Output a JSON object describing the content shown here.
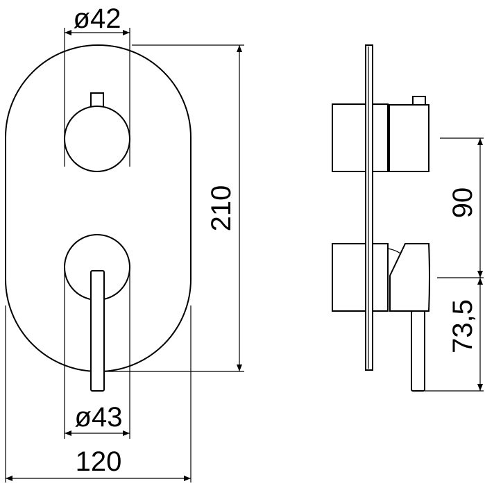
{
  "drawing": {
    "front_view": {
      "upper_knob_diameter": "ø42",
      "lower_knob_diameter": "ø43",
      "plate_height": "210",
      "plate_width": "120"
    },
    "side_view": {
      "knob_spacing": "90",
      "lever_offset": "73,5"
    }
  }
}
